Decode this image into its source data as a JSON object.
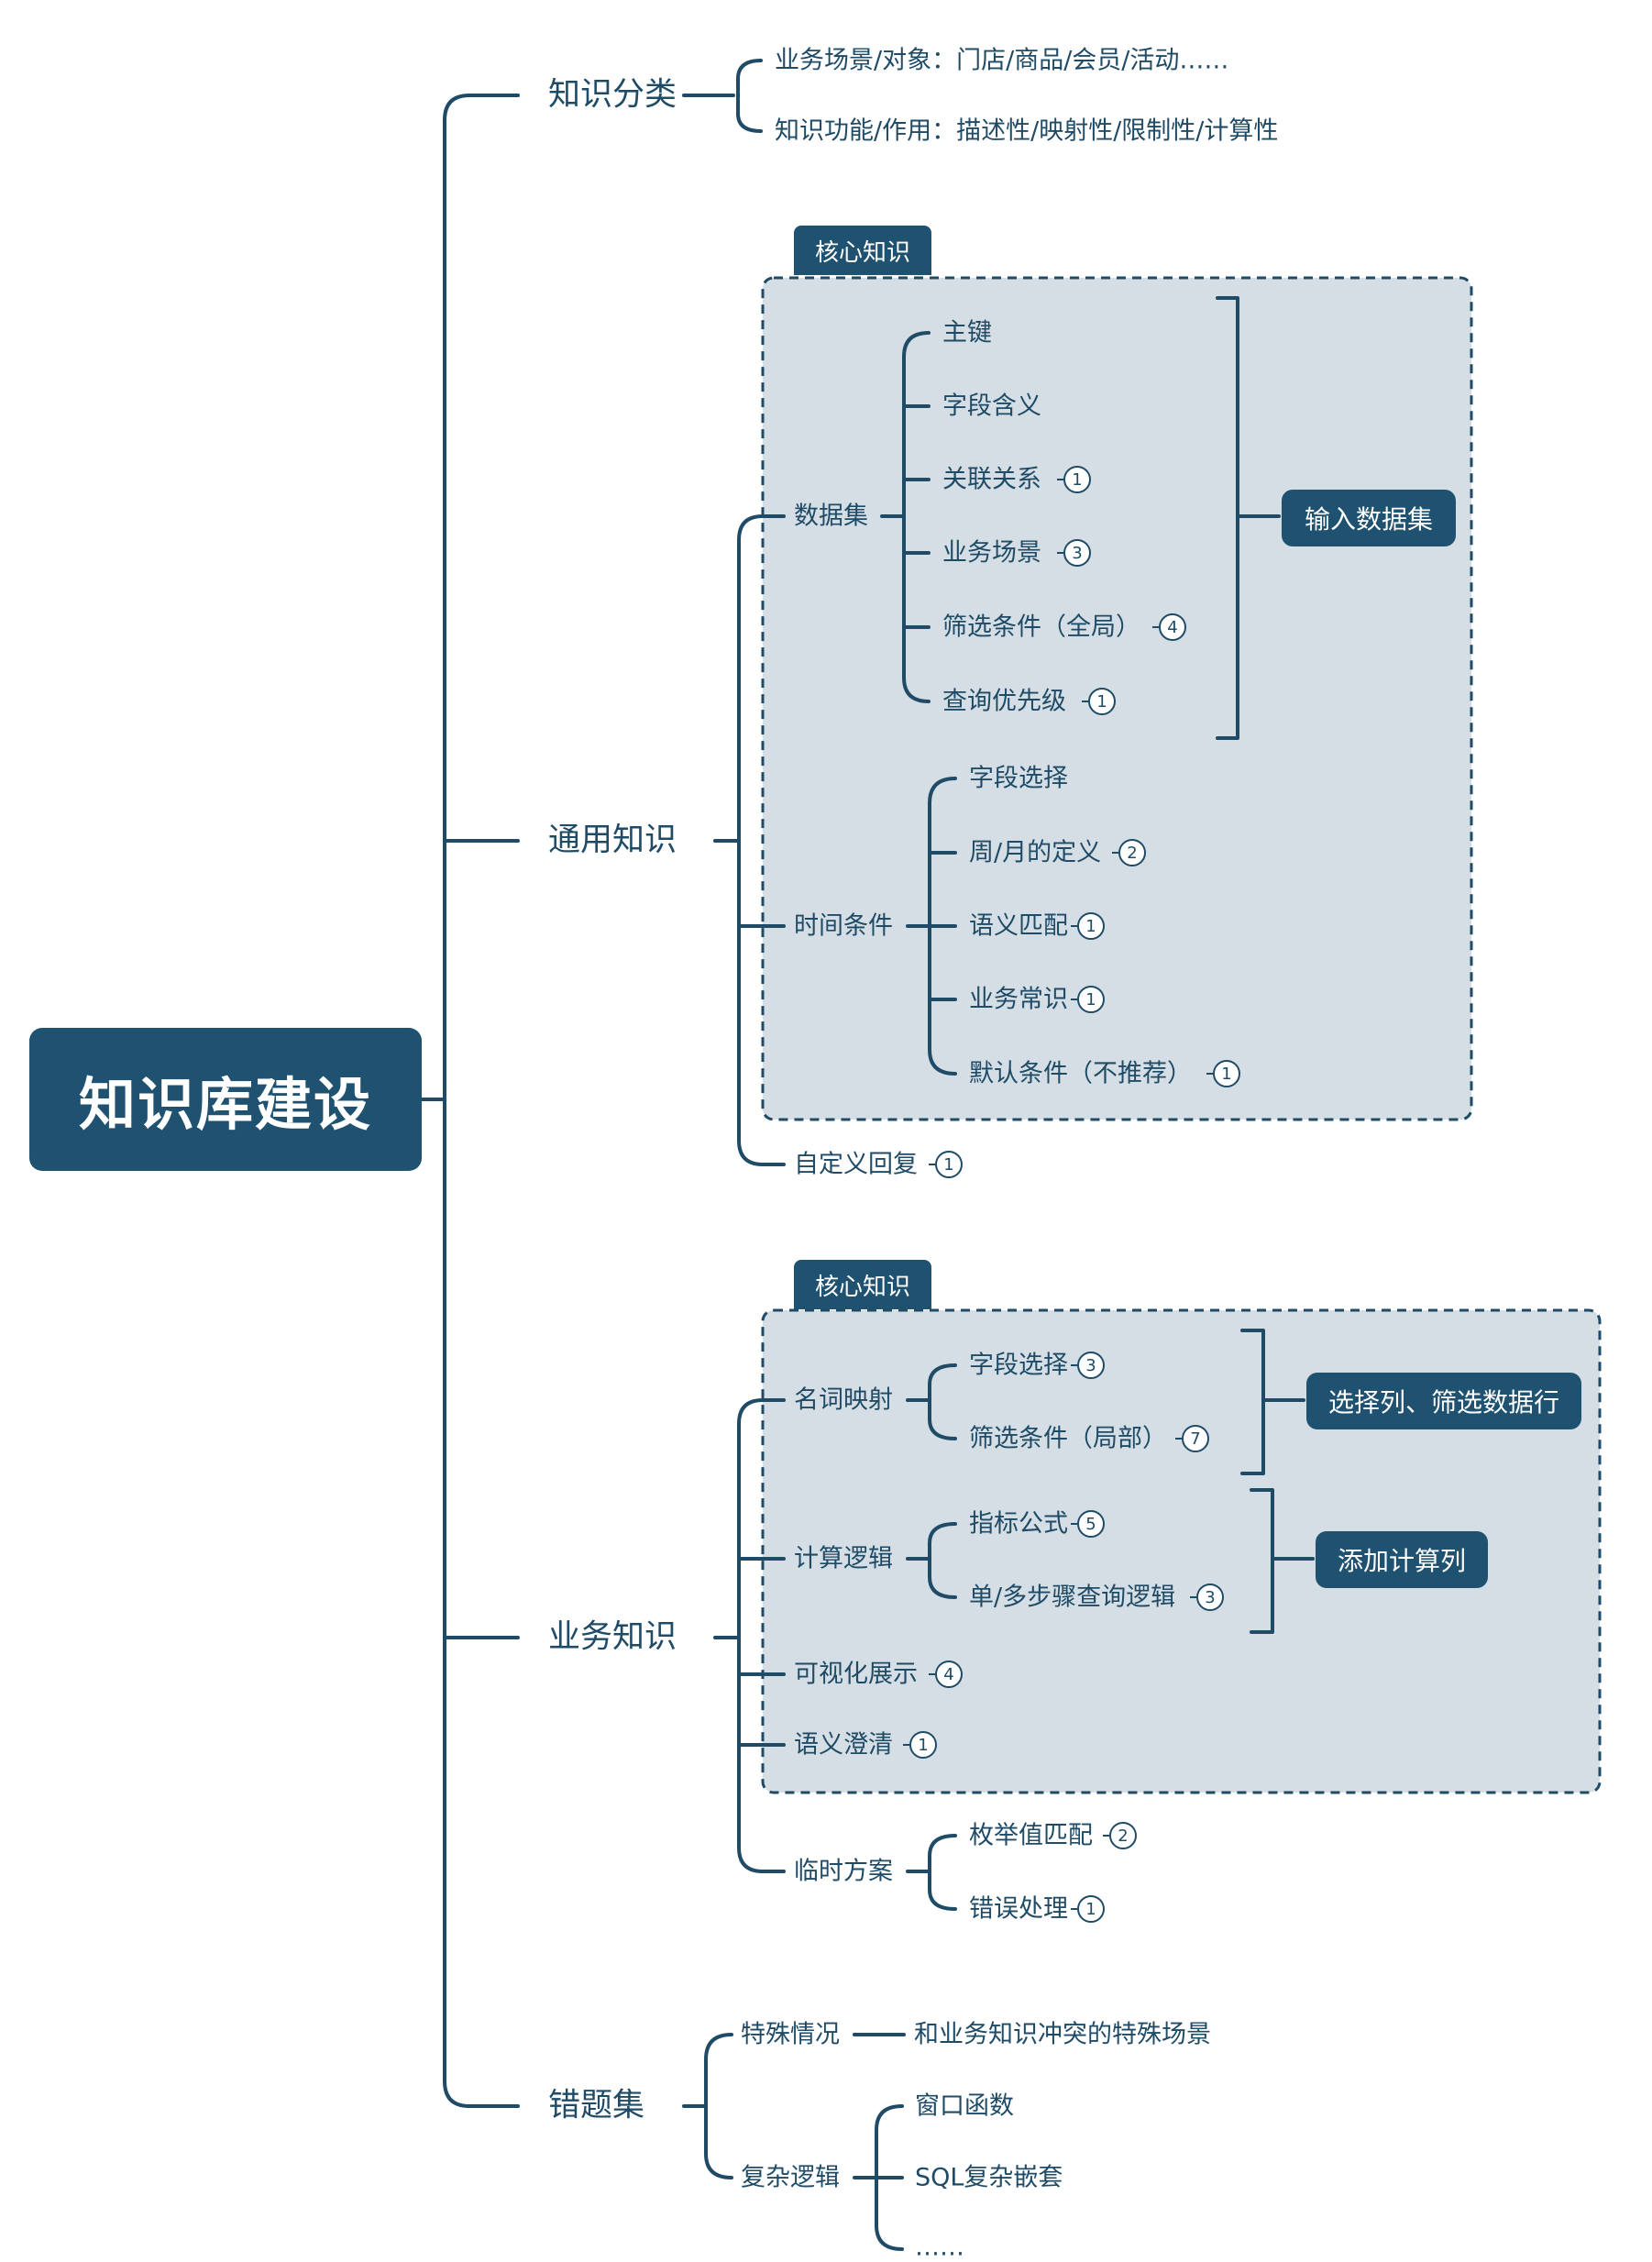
{
  "root": {
    "title": "知识库建设"
  },
  "branches": {
    "classification": {
      "label": "知识分类",
      "items": [
        "业务场景/对象：门店/商品/会员/活动……",
        "知识功能/作用：描述性/映射性/限制性/计算性"
      ]
    },
    "general": {
      "label": "通用知识",
      "box_label": "核心知识",
      "dataset": {
        "label": "数据集",
        "items": [
          "主键",
          "字段含义",
          "关联关系",
          "业务场景",
          "筛选条件（全局）",
          "查询优先级"
        ],
        "counts": [
          "",
          "",
          "1",
          "3",
          "4",
          "1"
        ],
        "summary": "输入数据集"
      },
      "time": {
        "label": "时间条件",
        "items": [
          "字段选择",
          "周/月的定义",
          "语义匹配",
          "业务常识",
          "默认条件（不推荐）"
        ],
        "counts": [
          "",
          "2",
          "1",
          "1",
          "1"
        ]
      },
      "custom_reply": {
        "label": "自定义回复",
        "count": "1"
      }
    },
    "business": {
      "label": "业务知识",
      "box_label": "核心知识",
      "mapping": {
        "label": "名词映射",
        "items": [
          "字段选择",
          "筛选条件（局部）"
        ],
        "counts": [
          "3",
          "7"
        ],
        "summary": "选择列、筛选数据行"
      },
      "calc": {
        "label": "计算逻辑",
        "items": [
          "指标公式",
          "单/多步骤查询逻辑"
        ],
        "counts": [
          "5",
          "3"
        ],
        "summary": "添加计算列"
      },
      "viz": {
        "label": "可视化展示",
        "count": "4"
      },
      "clarify": {
        "label": "语义澄清",
        "count": "1"
      },
      "temp": {
        "label": "临时方案",
        "items": [
          "枚举值匹配",
          "错误处理"
        ],
        "counts": [
          "2",
          "1"
        ]
      }
    },
    "mistakes": {
      "label": "错题集",
      "special": {
        "label": "特殊情况",
        "item": "和业务知识冲突的特殊场景"
      },
      "complex": {
        "label": "复杂逻辑",
        "items": [
          "窗口函数",
          "SQL复杂嵌套",
          "……"
        ]
      }
    }
  },
  "colors": {
    "line": "#1f4b67",
    "box_fill": "#d4dee4",
    "node_fill": "#1f5170"
  }
}
